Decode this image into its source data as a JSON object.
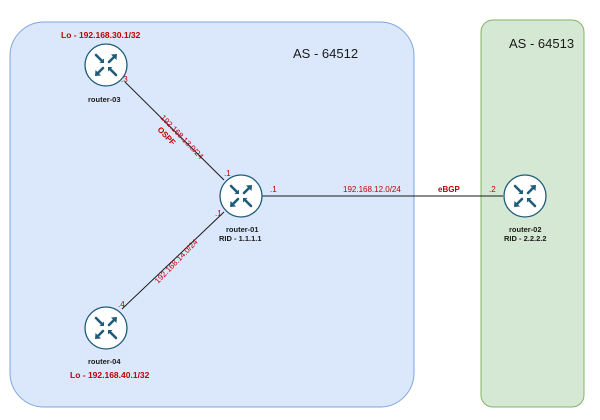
{
  "colors": {
    "as1_fill": "#dbe8fb",
    "as1_stroke": "#7ea6e0",
    "as2_fill": "#d5e8d4",
    "as2_stroke": "#82b366",
    "router_fill": "#ffffff",
    "router_icon": "#1f5c7a",
    "link": "#1a1a1a",
    "label_red": "#c00000"
  },
  "areas": {
    "as1": {
      "title": "AS - 64512"
    },
    "as2": {
      "title": "AS - 64513"
    }
  },
  "routers": {
    "r03": {
      "name": "router-03",
      "loopback": "Lo - 192.168.30.1/32",
      "icon": "router-icon"
    },
    "r04": {
      "name": "router-04",
      "loopback": "Lo - 192.168.40.1/32",
      "icon": "router-icon"
    },
    "r01": {
      "name": "router-01",
      "rid": "RID - 1.1.1.1",
      "icon": "router-icon"
    },
    "r02": {
      "name": "router-02",
      "rid": "RID - 2.2.2.2",
      "icon": "router-icon"
    }
  },
  "links": {
    "l13": {
      "subnet": "192.168.13.0/24",
      "protocol": "OSPF",
      "end_a": ".3",
      "end_b": ".1"
    },
    "l14": {
      "subnet": "192.168.14.0/24",
      "end_a": ".4",
      "end_b": ".1"
    },
    "l12": {
      "subnet": "192.168.12.0/24",
      "protocol": "eBGP",
      "end_a": ".1",
      "end_b": ".2"
    }
  }
}
